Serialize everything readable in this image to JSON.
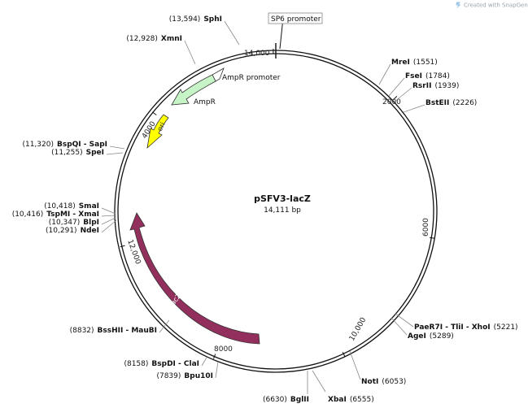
{
  "watermark": "Created with SnapGene®",
  "plasmid": {
    "name": "pSFV3-lacZ",
    "size_label": "14,111 bp",
    "total_bp": 14111
  },
  "ticks": [
    {
      "bp": 2000,
      "label": "2000"
    },
    {
      "bp": 4000,
      "label": "4000"
    },
    {
      "bp": 6000,
      "label": "6000"
    },
    {
      "bp": 8000,
      "label": "8000"
    },
    {
      "bp": 10000,
      "label": "10,000"
    },
    {
      "bp": 12000,
      "label": "12,000"
    },
    {
      "bp": 14000,
      "label": "14,000"
    }
  ],
  "enzymes": [
    {
      "id": "sphi",
      "bp": 13594,
      "pos": "(13,594)",
      "name": "SphI"
    },
    {
      "id": "xmni",
      "bp": 12928,
      "pos": "(12,928)",
      "name": "XmnI"
    },
    {
      "id": "mrei",
      "bp": 1551,
      "pos": "(1551)",
      "name": "MreI"
    },
    {
      "id": "fsei",
      "bp": 1784,
      "pos": "(1784)",
      "name": "FseI"
    },
    {
      "id": "rsrii",
      "bp": 1939,
      "pos": "(1939)",
      "name": "RsrII"
    },
    {
      "id": "bsteii",
      "bp": 2226,
      "pos": "(2226)",
      "name": "BstEII"
    },
    {
      "id": "bspqi",
      "bp": 11320,
      "pos": "(11,320)",
      "name": "BspQI - SapI"
    },
    {
      "id": "spei",
      "bp": 11255,
      "pos": "(11,255)",
      "name": "SpeI"
    },
    {
      "id": "smai",
      "bp": 10418,
      "pos": "(10,418)",
      "name": "SmaI"
    },
    {
      "id": "tspmi",
      "bp": 10416,
      "pos": "(10,416)",
      "name": "TspMI - XmaI"
    },
    {
      "id": "blpi",
      "bp": 10347,
      "pos": "(10,347)",
      "name": "BlpI"
    },
    {
      "id": "ndei",
      "bp": 10291,
      "pos": "(10,291)",
      "name": "NdeI"
    },
    {
      "id": "bsshii",
      "bp": 8832,
      "pos": "(8832)",
      "name": "BssHII - MauBI"
    },
    {
      "id": "bspdi",
      "bp": 8158,
      "pos": "(8158)",
      "name": "BspDI - ClaI"
    },
    {
      "id": "bpu10i",
      "bp": 7839,
      "pos": "(7839)",
      "name": "Bpu10I"
    },
    {
      "id": "bglii",
      "bp": 6630,
      "pos": "(6630)",
      "name": "BglII"
    },
    {
      "id": "xbai",
      "bp": 6555,
      "pos": "(6555)",
      "name": "XbaI"
    },
    {
      "id": "noti",
      "bp": 6053,
      "pos": "(6053)",
      "name": "NotI"
    },
    {
      "id": "paer7i",
      "bp": 5221,
      "pos": "(5221)",
      "name": "PaeR7I - TliI - XhoI"
    },
    {
      "id": "agei",
      "bp": 5289,
      "pos": "(5289)",
      "name": "AgeI"
    }
  ],
  "features": {
    "sp6": {
      "label": "SP6 promoter"
    },
    "ampr_promoter": {
      "label": "AmpR promoter",
      "color": "#ffffff"
    },
    "ampr": {
      "label": "AmpR",
      "color": "#c6f4c6"
    },
    "ori": {
      "label": "ori",
      "color": "#ffff00"
    },
    "lacz": {
      "label": "lacZ",
      "color": "#932f5c"
    }
  }
}
